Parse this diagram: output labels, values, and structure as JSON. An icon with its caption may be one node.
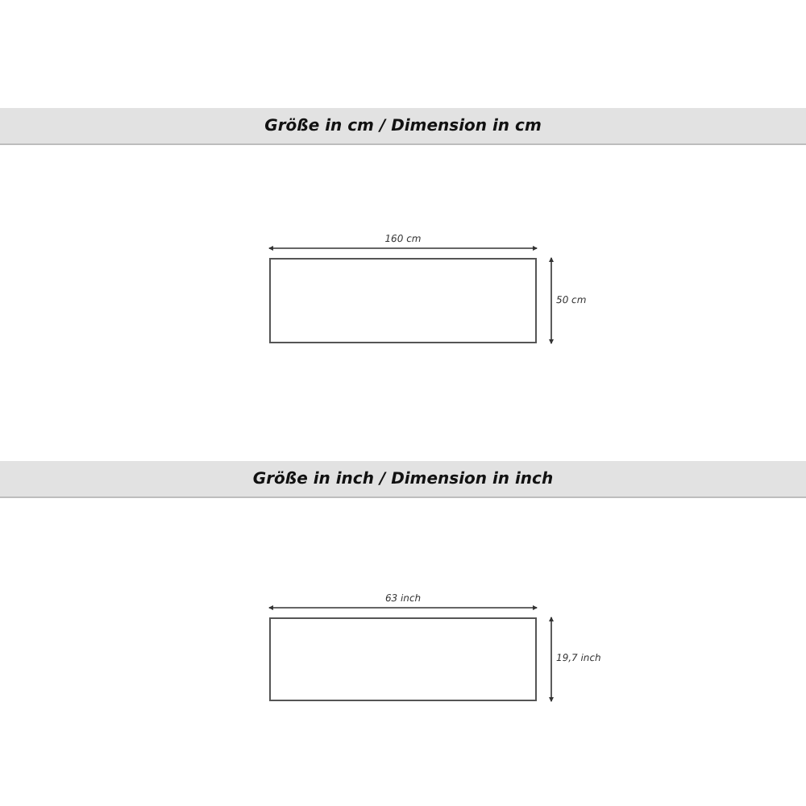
{
  "diagram": {
    "nodes": [
      {
        "text": [
          "Größe in cm / Dimension in cm"
        ]
      },
      {
        "text": [],
        "shape": "box"
      },
      {
        "text": [
          "Größe in inch / Dimension in inch"
        ]
      },
      {
        "text": [],
        "shape": "box"
      }
    ],
    "labels": [
      "160 cm",
      "50 cm",
      "63 inch",
      "19,7 inch"
    ]
  }
}
